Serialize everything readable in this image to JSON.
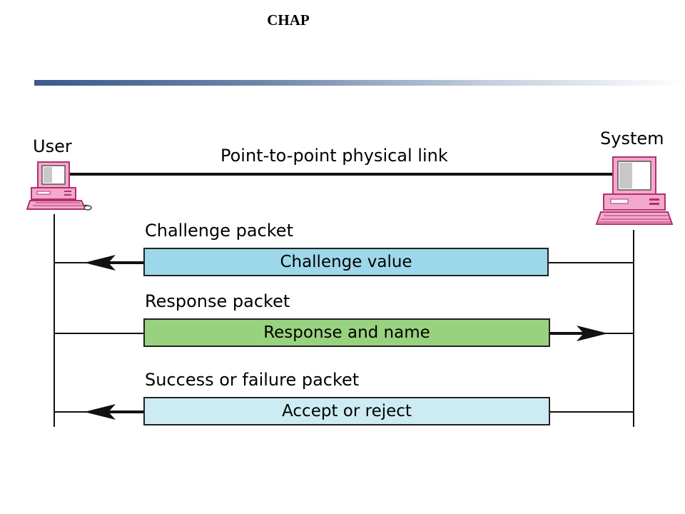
{
  "title": "CHAP",
  "nodes": {
    "user": "User",
    "system": "System"
  },
  "link_label": "Point-to-point physical link",
  "packets": [
    {
      "name": "Challenge packet",
      "content": "Challenge value",
      "direction": "system-to-user",
      "color": "#9dd8ea"
    },
    {
      "name": "Response packet",
      "content": "Response and name",
      "direction": "user-to-system",
      "color": "#98d27e"
    },
    {
      "name": "Success or failure packet",
      "content": "Accept or reject",
      "direction": "system-to-user",
      "color": "#cdebf2"
    }
  ],
  "colors": {
    "title_rule": "#3a5a8c",
    "computer_body": "#f4a8cc",
    "computer_outline": "#b0306e"
  }
}
